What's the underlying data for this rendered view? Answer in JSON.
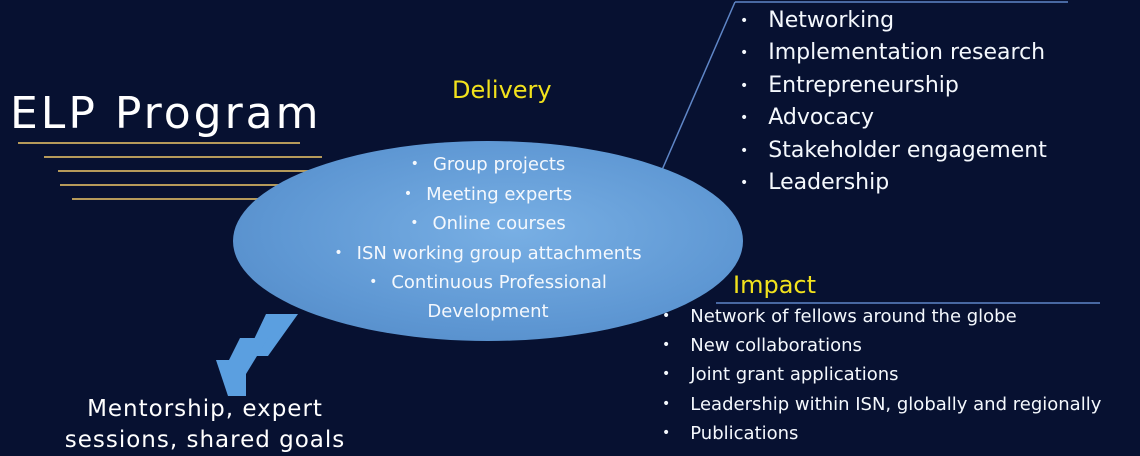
{
  "title": "ELP Program",
  "delivery": {
    "title": "Delivery",
    "items": [
      "Group projects",
      "Meeting experts",
      "Online courses",
      "ISN working group attachments",
      "Continuous Professional",
      "Development"
    ]
  },
  "skills": {
    "items": [
      "Networking",
      "Implementation research",
      "Entrepreneurship",
      "Advocacy",
      "Stakeholder engagement",
      "Leadership"
    ]
  },
  "impact": {
    "title": "Impact",
    "items": [
      "Network of fellows around the globe",
      "New collaborations",
      "Joint grant applications",
      "Leadership within ISN, globally and regionally",
      "Publications"
    ]
  },
  "mentorship": {
    "line1": "Mentorship, expert",
    "line2": "sessions, shared goals"
  },
  "colors": {
    "background": "#071131",
    "heading": "#f2e21c",
    "ellipse": "#6aa3dd",
    "rule_gold": "#b59a5a",
    "rule_blue": "#5f86c7",
    "arrow": "#5b9fe0"
  },
  "bullet_glyph": "•"
}
